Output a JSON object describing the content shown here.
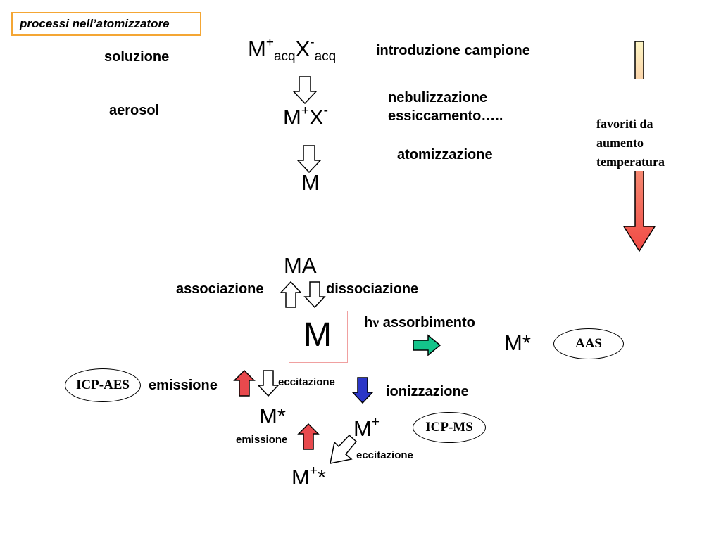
{
  "title": "processi nell’atomizzatore",
  "top": {
    "left_labels": {
      "soluzione": "soluzione",
      "aerosol": "aerosol"
    },
    "species": {
      "ion_pair_aq": {
        "m": "M",
        "m_sup": "+",
        "m_sub": "acq",
        "x": "X",
        "x_sup": "-",
        "x_sub": "acq"
      },
      "ion_pair": {
        "m": "M",
        "m_sup": "+",
        "x": "X",
        "x_sup": "-"
      },
      "atom": "M"
    },
    "right_labels": {
      "introduzione": "introduzione campione",
      "nebulizzazione_1": "nebulizzazione",
      "nebulizzazione_2": "essiccamento…..",
      "atomizzazione": "atomizzazione"
    },
    "temperature_note": [
      "favoriti da",
      "aumento",
      "temperatura"
    ]
  },
  "bottom": {
    "ma": "MA",
    "associazione": "associazione",
    "dissociazione": "dissociazione",
    "center_atom": "M",
    "assorbimento": {
      "h": "h",
      "nu": "ν",
      "text": " assorbimento"
    },
    "m_star_aas": "M*",
    "aas": "AAS",
    "icp_aes": "ICP-AES",
    "emissione": "emissione",
    "eccitazione_1": "eccitazione",
    "m_star": "M*",
    "ionizzazione": "ionizzazione",
    "m_plus": {
      "m": "M",
      "sup": "+"
    },
    "icp_ms": "ICP-MS",
    "emissione_2": "emissione",
    "eccitazione_2": "eccitazione",
    "m_plus_star": {
      "m": "M",
      "sup": "+",
      "tail": "*"
    }
  },
  "colors": {
    "title_border": "#f4a634",
    "temperature_gradient_top": "#fdf5c4",
    "temperature_gradient_bottom": "#f04a45",
    "red_arrow": "#e8494d",
    "blue_arrow": "#2b36c8",
    "teal_arrow": "#14c48a",
    "box_border": "#f0a0a0"
  }
}
